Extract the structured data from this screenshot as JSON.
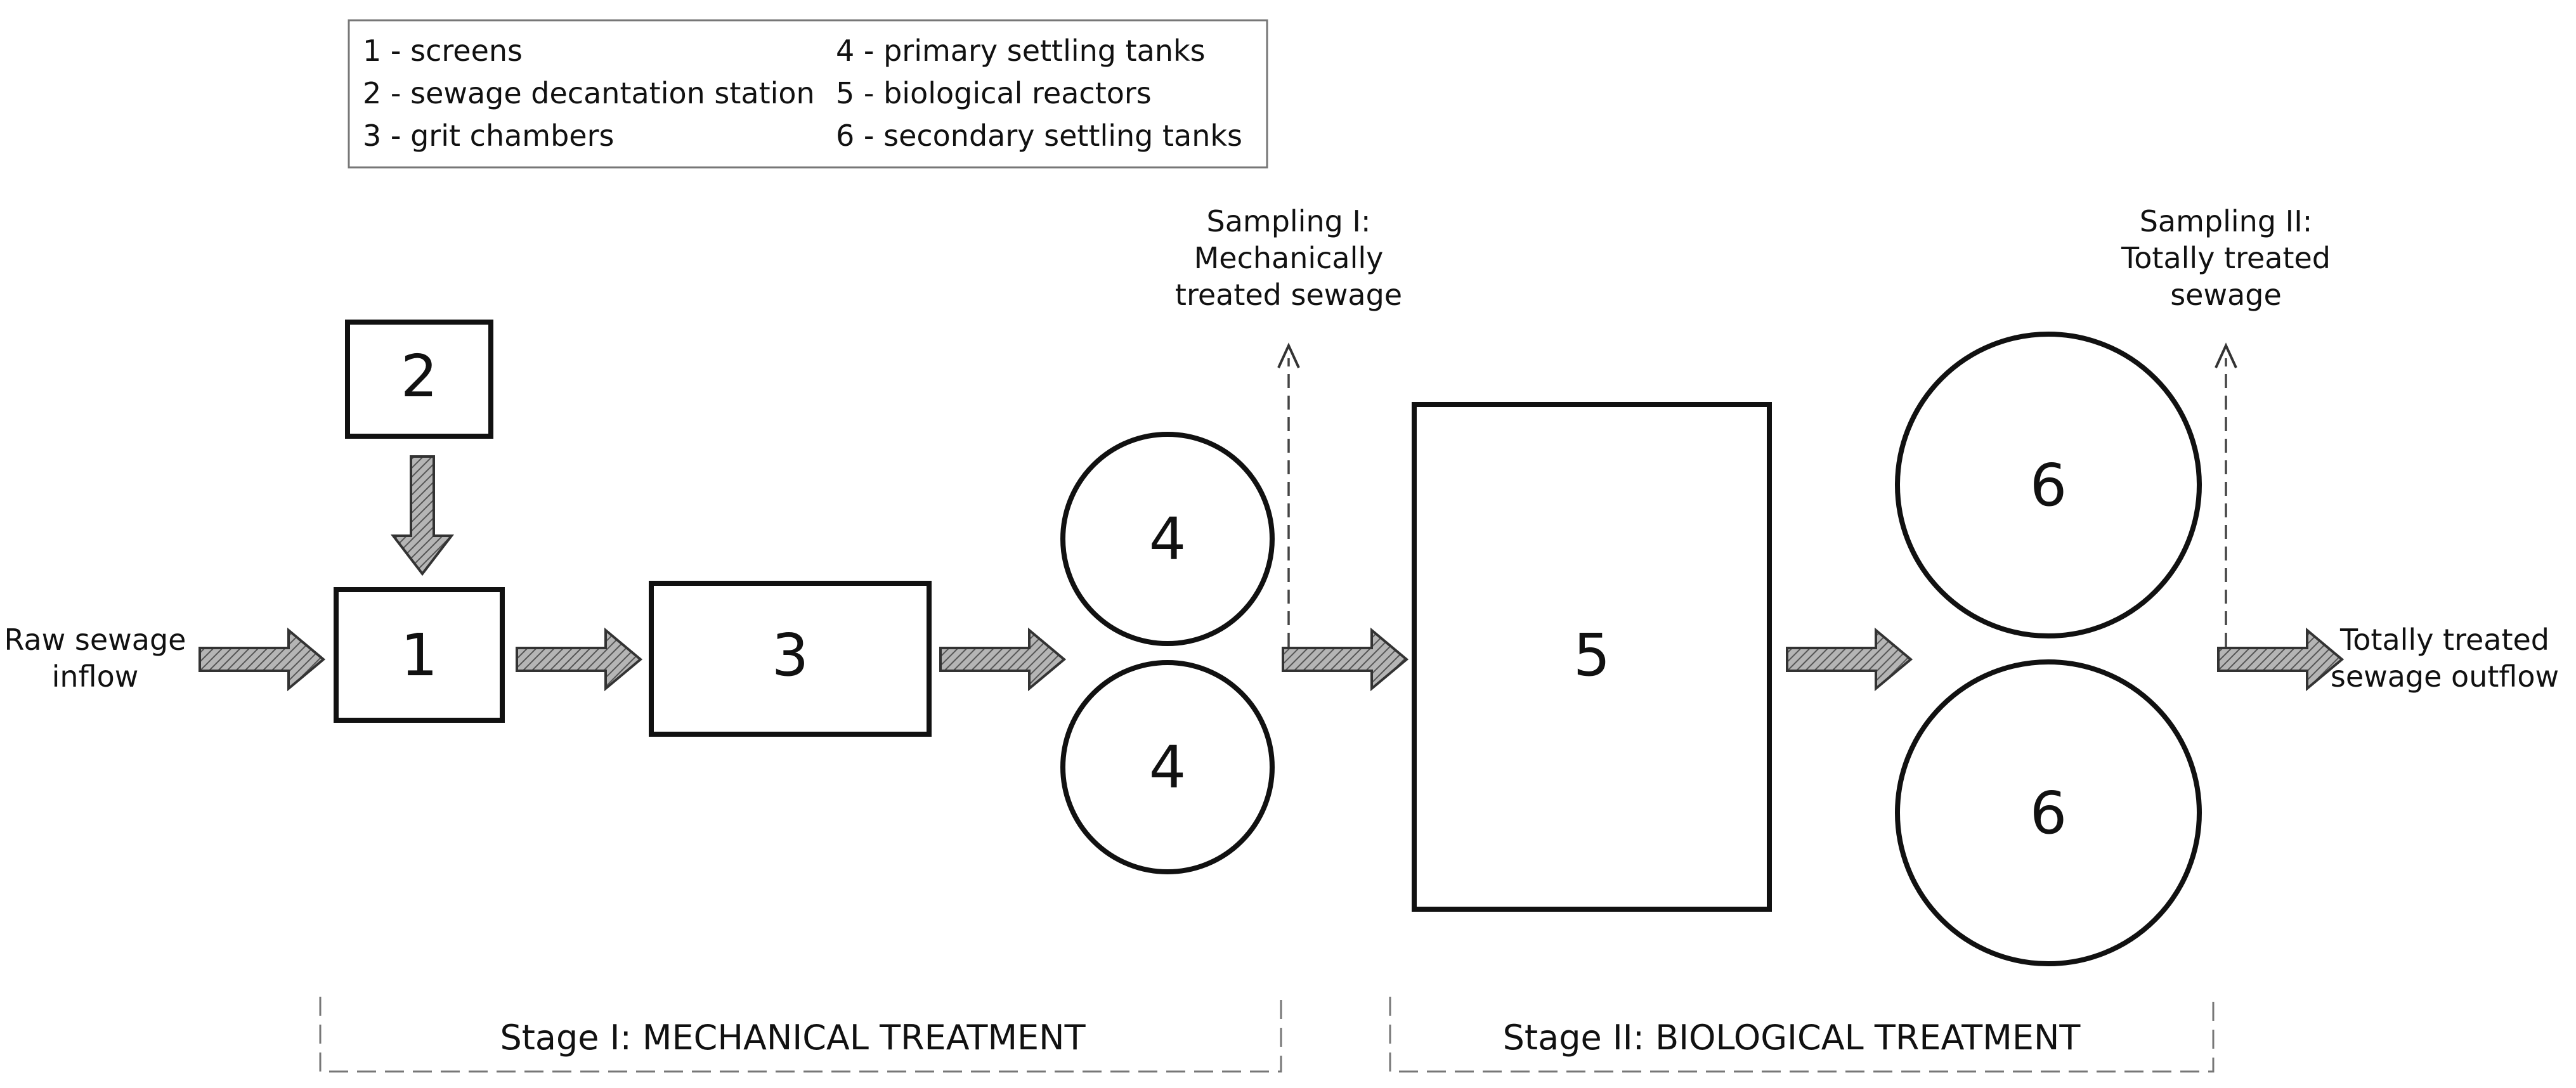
{
  "legend": {
    "items": [
      "1 - screens",
      "2 - sewage decantation station",
      "3 - grit chambers",
      "4 - primary settling tanks",
      "5 - biological reactors",
      "6 - secondary settling tanks"
    ]
  },
  "units": {
    "screens": "1",
    "decantation": "2",
    "grit": "3",
    "primary_top": "4",
    "primary_bottom": "4",
    "reactor": "5",
    "secondary_top": "6",
    "secondary_bottom": "6"
  },
  "flow": {
    "inflow_line1": "Raw sewage",
    "inflow_line2": "inflow",
    "outflow_line1": "Totally treated",
    "outflow_line2": "sewage outflow"
  },
  "sampling": {
    "s1_line1": "Sampling I:",
    "s1_line2": "Mechanically",
    "s1_line3": "treated sewage",
    "s2_line1": "Sampling II:",
    "s2_line2": "Totally treated",
    "s2_line3": "sewage"
  },
  "stages": {
    "stage1": "Stage I: MECHANICAL TREATMENT",
    "stage2": "Stage II: BIOLOGICAL TREATMENT"
  },
  "colors": {
    "arrow_fill": "#9a9a9a",
    "outline": "#111111",
    "dashed": "#777777"
  }
}
